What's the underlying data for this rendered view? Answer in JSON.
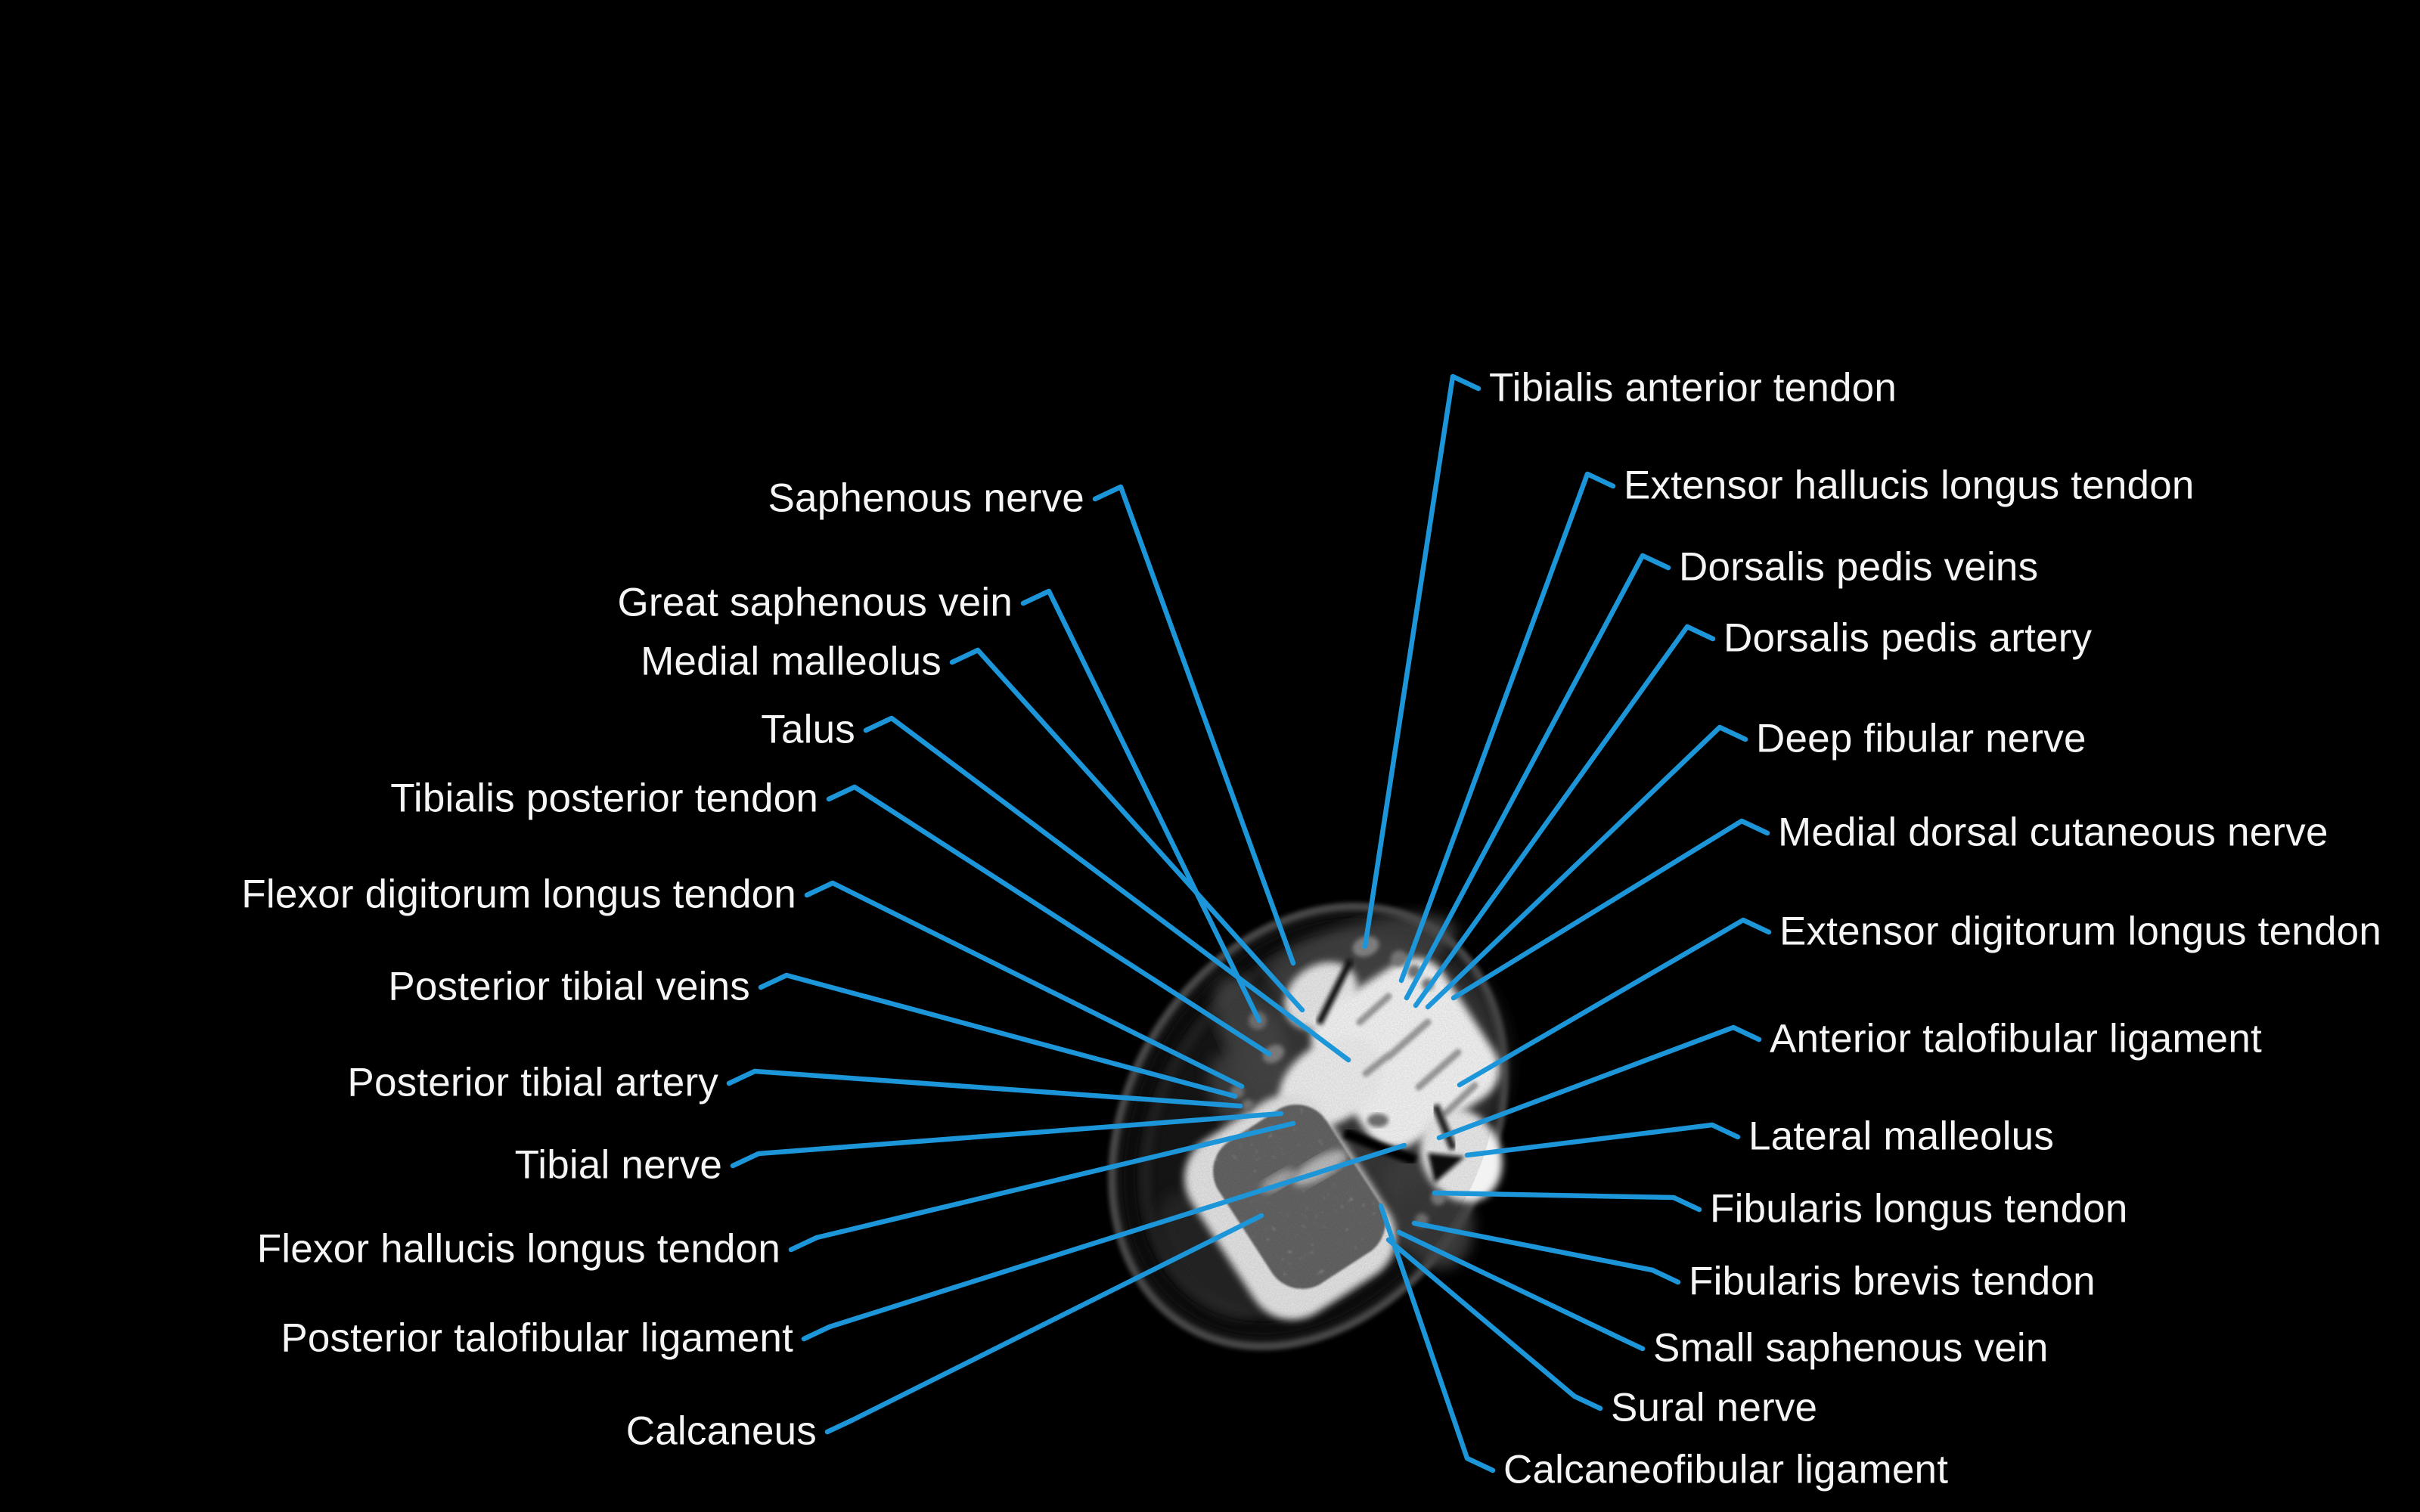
{
  "diagram": {
    "background_color": "#000000",
    "leader_line_color": "#1c96d9",
    "label_text_color": "#f5f5f5"
  },
  "labels": {
    "left": [
      "Saphenous nerve",
      "Great saphenous vein",
      "Medial malleolus",
      "Talus",
      "Tibialis posterior tendon",
      "Flexor digitorum longus tendon",
      "Posterior tibial veins",
      "Posterior tibial artery",
      "Tibial nerve",
      "Flexor hallucis longus tendon",
      "Posterior talofibular ligament",
      "Calcaneus"
    ],
    "right": [
      "Tibialis anterior tendon",
      "Extensor hallucis longus tendon",
      "Dorsalis pedis veins",
      "Dorsalis pedis artery",
      "Deep fibular nerve",
      "Medial dorsal cutaneous nerve",
      "Extensor digitorum longus tendon",
      "Anterior talofibular ligament",
      "Lateral malleolus",
      "Fibularis longus tendon",
      "Fibularis brevis tendon",
      "Small saphenous vein",
      "Sural nerve",
      "Calcaneofibular ligament"
    ]
  }
}
